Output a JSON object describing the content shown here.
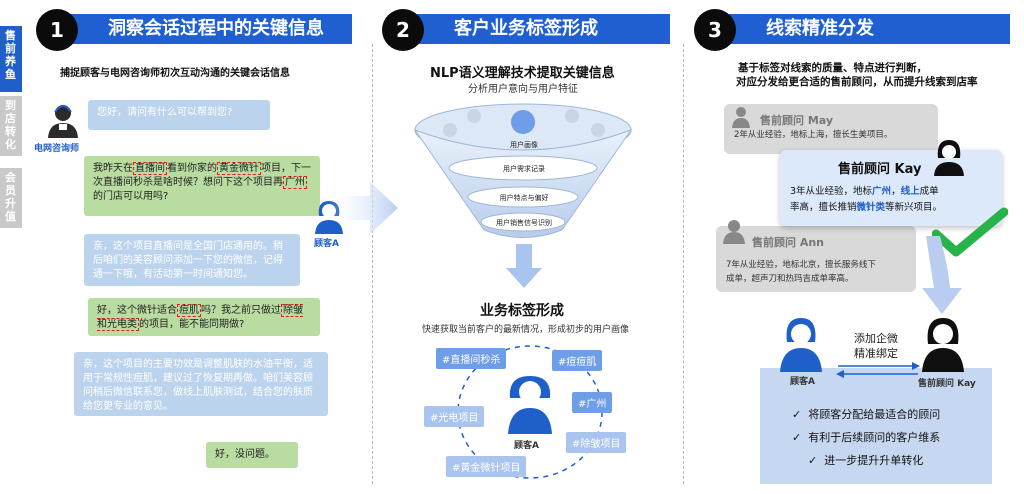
{
  "side_tabs": [
    {
      "label": "售前养鱼",
      "active": true
    },
    {
      "label": "到店转化",
      "active": false
    },
    {
      "label": "会员升值",
      "active": false
    }
  ],
  "section1": {
    "number": "1",
    "title": "洞察会话过程中的关键信息",
    "subtitle": "捕捉顾客与电网咨询师初次互动沟通的关键会话信息",
    "consultant_label": "电网咨询师",
    "customer_label": "顾客A",
    "msg1": "您好，请问有什么可以帮到您?",
    "msg2_a": "我昨天在",
    "msg2_hl1": "直播间",
    "msg2_b": "看到你家的",
    "msg2_hl2": "黄金微针",
    "msg2_c": "项目，下一次直播间秒杀是啥时候？想问下这个项目再",
    "msg2_hl3": "广州",
    "msg2_d": "的门店可以用吗?",
    "msg3": "亲，这个项目直播间是全国门店通用的。稍后咱们的美容顾问添加一下您的微信，记得通一下哦，有活动第一时间通知您。",
    "msg4_a": "好，这个微针适合",
    "msg4_hl1": "痘肌",
    "msg4_b": "吗？我之前只做过",
    "msg4_hl2": "除皱和光电类",
    "msg4_c": "的项目，能不能同期做?",
    "msg5": "亲，这个项目的主要功效是调整肌肤的水油平衡，适用于常规性痘肌，建议过了恢复期再做。咱们美容顾问稍后微信联系您，做线上肌肤测试，结合您的肤质给您更专业的意见。",
    "msg6": "好，没问题。"
  },
  "section2": {
    "number": "2",
    "title": "客户业务标签形成",
    "nlp_title": "NLP语义理解技术提取关键信息",
    "nlp_sub": "分析用户意向与用户特征",
    "funnel_top": "用户画像",
    "funnel_layers": [
      "用户需求记录",
      "用户特点与偏好",
      "用户销售信号识别"
    ],
    "tags_title": "业务标签形成",
    "tags_sub": "快速获取当前客户的最新情况，形成初步的用户画像",
    "customer_label": "顾客A",
    "tags": [
      "#直播间秒杀",
      "#痘痘肌",
      "#广州",
      "#光电项目",
      "#除皱项目",
      "#黄金微针项目"
    ]
  },
  "section3": {
    "number": "3",
    "title": "线索精准分发",
    "intro_line1": "基于标签对线索的质量、特点进行判断，",
    "intro_line2": "对应分发给更合适的售前顾问，从而提升线索到店率",
    "card_may_title": "售前顾问 May",
    "card_may_text": "2年从业经验，地标上海，擅长生美项目。",
    "card_kay_title": "售前顾问 Kay",
    "card_kay_a": "3年从业经验，地标",
    "card_kay_b1": "广州",
    "card_kay_c": "，",
    "card_kay_b2": "线上",
    "card_kay_d": "成单",
    "card_kay_e": "率高，擅长推销",
    "card_kay_b3": "微针类",
    "card_kay_f": "等新兴项目。",
    "card_ann_title": "售前顾问 Ann",
    "card_ann_text1": "7年从业经验，地标北京，擅长服务线下",
    "card_ann_text2": "成单，超声刀和热玛吉成单率高。",
    "link_text1": "添加企微",
    "link_text2": "精准绑定",
    "customer_label": "顾客A",
    "advisor_label": "售前顾问 Kay",
    "benefits": [
      "将顾客分配给最适合的顾问",
      "有利于后续顾问的客户维系",
      "进一步提升升单转化"
    ]
  }
}
